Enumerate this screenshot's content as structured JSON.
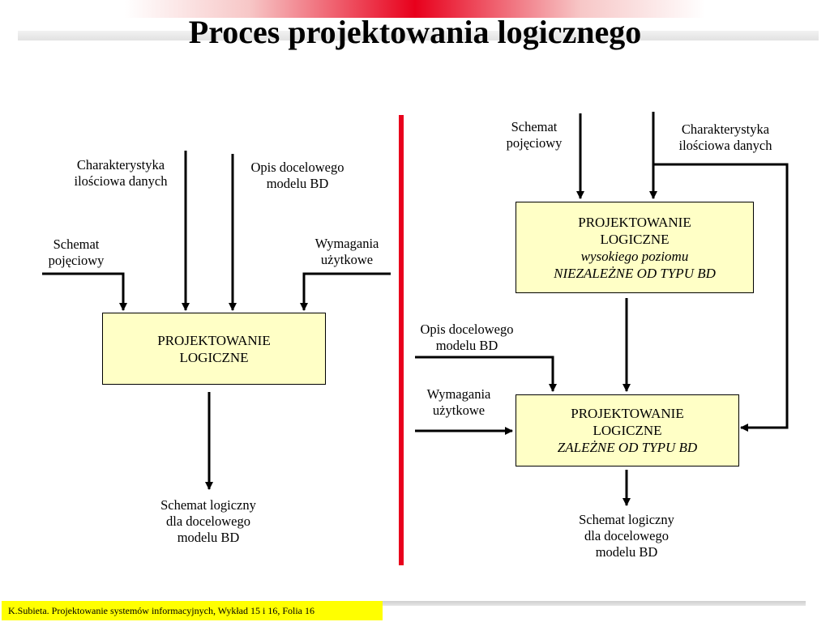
{
  "slide": {
    "title": "Proces projektowania logicznego",
    "footer": "K.Subieta. Projektowanie systemów informacyjnych, Wykład 15 i 16, Folia 16"
  },
  "left": {
    "char_label": [
      "Charakterystyka",
      "ilościowa danych"
    ],
    "opis_label": [
      "Opis docelowego",
      "modelu BD"
    ],
    "schemat_label": [
      "Schemat",
      "pojęciowy"
    ],
    "wymagania_label": [
      "Wymagania",
      "użytkowe"
    ],
    "box": [
      "PROJEKTOWANIE",
      "LOGICZNE"
    ],
    "output_label": [
      "Schemat logiczny",
      "dla docelowego",
      "modelu BD"
    ]
  },
  "right": {
    "schemat_label": [
      "Schemat",
      "pojęciowy"
    ],
    "char_label": [
      "Charakterystyka",
      "ilościowa danych"
    ],
    "box_top": [
      "PROJEKTOWANIE",
      "LOGICZNE",
      "wysokiego poziomu",
      "NIEZALEŻNE OD TYPU BD"
    ],
    "opis_label": [
      "Opis docelowego",
      "modelu BD"
    ],
    "wymagania_label": [
      "Wymagania",
      "użytkowe"
    ],
    "box_bottom": [
      "PROJEKTOWANIE",
      "LOGICZNE",
      "ZALEŻNE OD TYPU BD"
    ],
    "output_label": [
      "Schemat logiczny",
      "dla docelowego",
      "modelu BD"
    ]
  },
  "colors": {
    "box_fill": "#ffffc6",
    "divider": "#e8001c",
    "footer_bg": "#ffff00"
  }
}
